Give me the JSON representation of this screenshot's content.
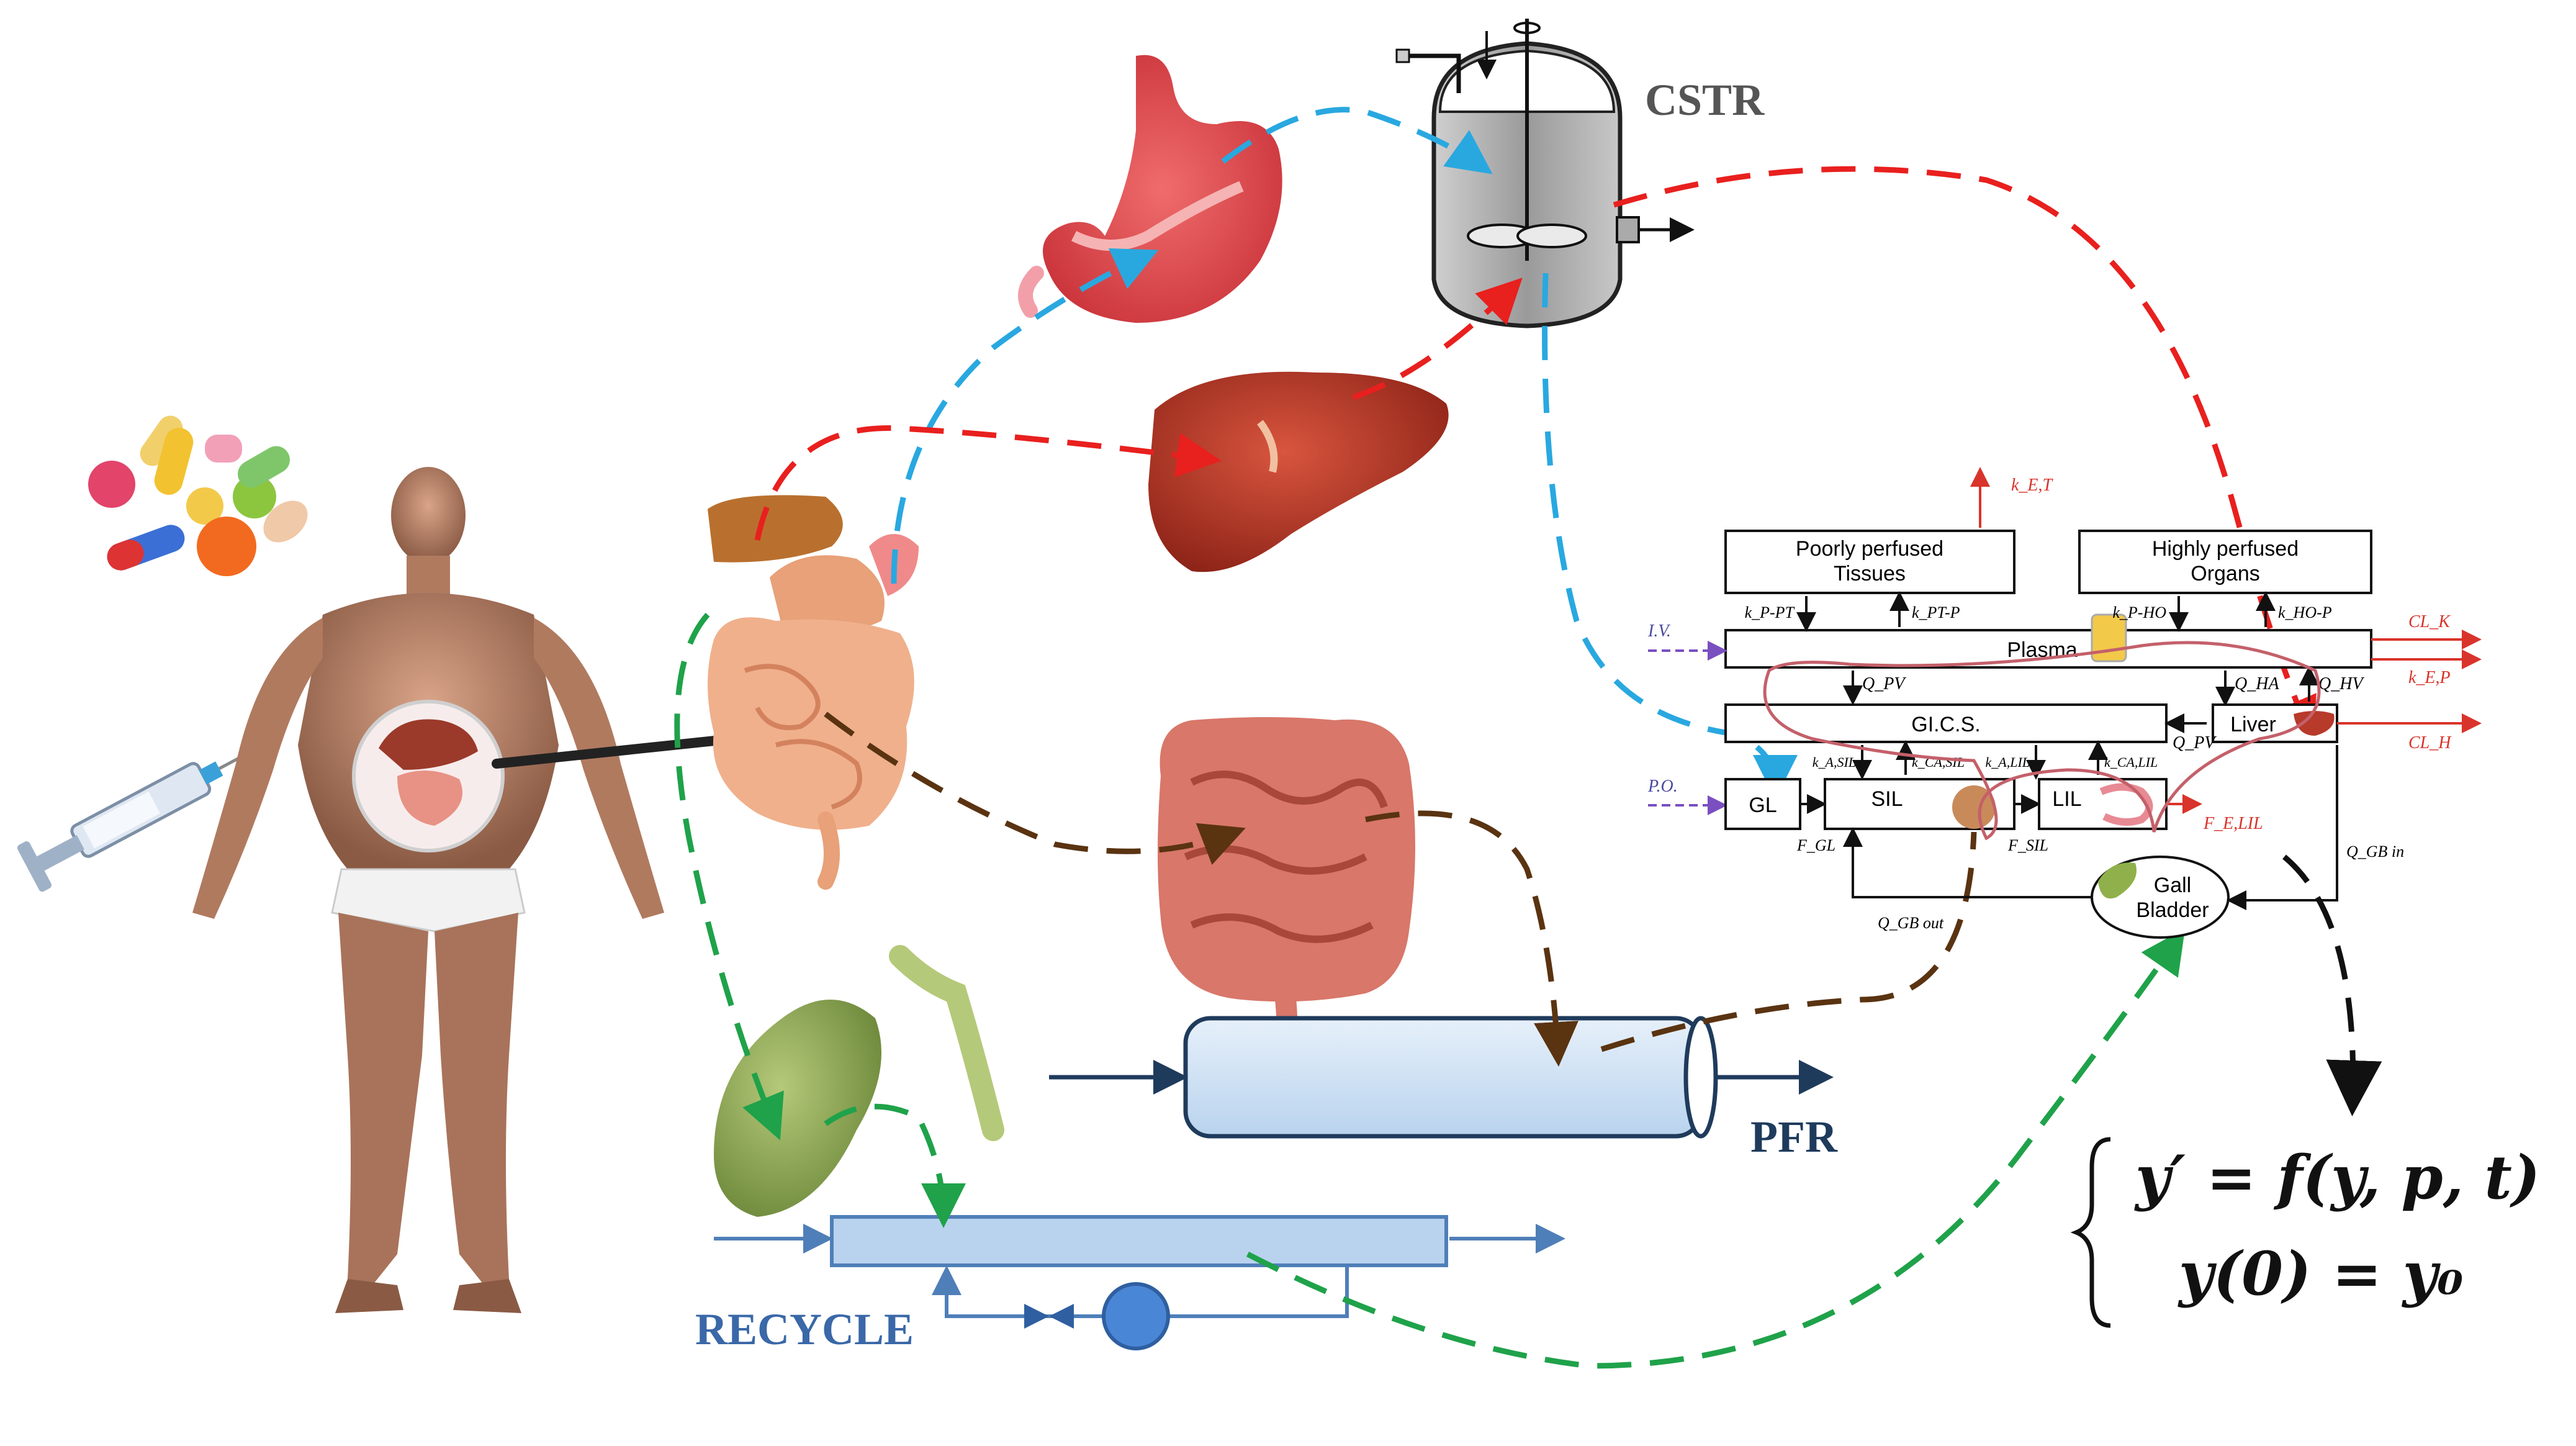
{
  "labels": {
    "cstr": "CSTR",
    "pfr": "PFR",
    "recycle": "RECYCLE"
  },
  "pbpk": {
    "poorly_perfused": [
      "Poorly perfused",
      "Tissues"
    ],
    "highly_perfused": [
      "Highly perfused",
      "Organs"
    ],
    "plasma": "Plasma",
    "gics": "GI.C.S.",
    "liver": "Liver",
    "gl": "GL",
    "sil": "SIL",
    "lil": "LIL",
    "gall_bladder": [
      "Gall",
      "Bladder"
    ],
    "iv": "I.V.",
    "po": "P.O.",
    "k_et": "k_E,T",
    "k_ppt": "k_P-PT",
    "k_ptp": "k_PT-P",
    "k_pho": "k_P-HO",
    "k_hop": "k_HO-P",
    "q_pv1": "Q_PV",
    "q_ha": "Q_HA",
    "q_hv": "Q_HV",
    "q_pv2": "Q_PV",
    "cl_k": "CL_K",
    "k_ep": "k_E,P",
    "cl_h": "CL_H",
    "k_asil": "k_A,SIL",
    "k_casil": "k_CA,SIL",
    "k_alil": "k_A,LIL",
    "k_calil": "k_CA,LIL",
    "f_elil": "F_E,LIL",
    "f_gl": "F_GL",
    "f_sil": "F_SIL",
    "q_gb_out": "Q_GB out",
    "q_gb_in": "Q_GB in"
  },
  "equation": {
    "line1": "y′ = f(y, p, t)",
    "line2": "y(0) = y₀"
  },
  "colors": {
    "blue_dash": "#29a8e0",
    "red_dash": "#e8201e",
    "green_dash": "#1fa24a",
    "brown_dash": "#5a3311",
    "navy": "#1f3b5c",
    "pk_red": "#d9342b",
    "pk_purple": "#7a4fc0",
    "pk_blue_text": "#4a4aa0",
    "pfr_fill": "#cfe2f3",
    "recycle_fill": "#b9d3ee",
    "recycle_stroke": "#4f7fb8",
    "pump": "#4a86d6"
  }
}
